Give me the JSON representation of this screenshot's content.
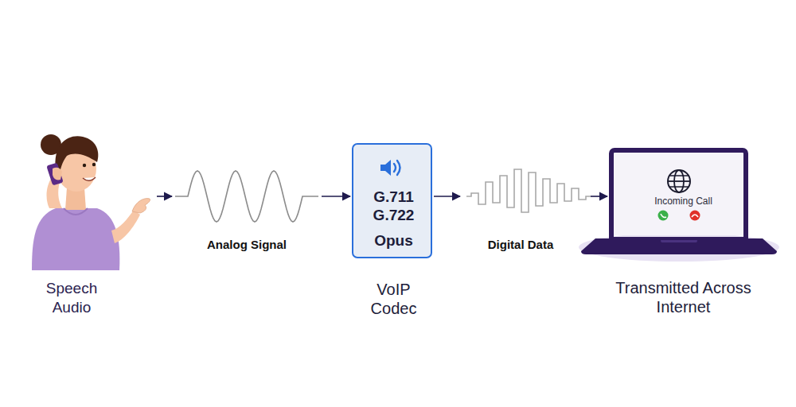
{
  "diagram": {
    "nodes": [
      {
        "text": [
          "Speech Audio"
        ]
      },
      {
        "text": [
          "Analog Signal"
        ]
      },
      {
        "text": [
          "G.711",
          "G.722",
          "Opus",
          "VoIP Codec"
        ]
      },
      {
        "text": [
          "Digital Data"
        ]
      },
      {
        "text": [
          "Incoming Call",
          "Transmitted Across Internet"
        ]
      }
    ],
    "edges": [
      {
        "from": 0,
        "to": 1,
        "arrow": "to"
      },
      {
        "from": 1,
        "to": 2,
        "arrow": "to"
      },
      {
        "from": 2,
        "to": 3,
        "arrow": "to"
      },
      {
        "from": 3,
        "to": 4,
        "arrow": "to"
      }
    ]
  }
}
